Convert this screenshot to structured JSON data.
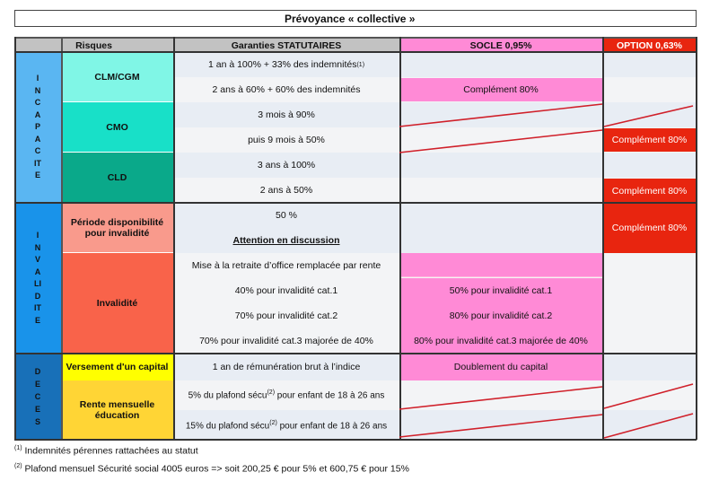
{
  "title": "Prévoyance « collective »",
  "headers": {
    "risques": "Risques",
    "garanties": "Garanties STATUTAIRES",
    "socle": "SOCLE 0,95%",
    "option": "OPTION 0,63%"
  },
  "sections": {
    "incapacite": "INCAPACITE",
    "invalidite": "INVALIDITE",
    "deces": "DECES"
  },
  "risks": {
    "clm": "CLM/CGM",
    "cmo": "CMO",
    "cld": "CLD",
    "periode": "Période disponibilité pour invalidité",
    "invalidite": "Invalidité",
    "versement": "Versement d'un capital",
    "rente": "Rente mensuelle éducation"
  },
  "garanties": {
    "g1": "1 an à 100% + 33% des indemnités",
    "g1_sup": "(1)",
    "g2": "2 ans à 60% + 60% des indemnités",
    "g3": "3 mois à 90%",
    "g4": "puis 9 mois à 50%",
    "g5": "3 ans à 100%",
    "g6": "2 ans à 50%",
    "g7": "50 %",
    "g8": "Attention en discussion",
    "g9": "Mise à la retraite d’office remplacée par rente",
    "g10": "40% pour invalidité cat.1",
    "g11": "70% pour invalidité cat.2",
    "g12": "70% pour invalidité cat.3 majorée de 40%",
    "g13": "1 an de rémunération brut à l’indice",
    "g14a": "5% du plafond sécu",
    "g14sup": "(2)",
    "g14b": " pour enfant de 18 à 26 ans",
    "g15a": "15% du plafond sécu",
    "g15sup": "(2)",
    "g15b": " pour enfant de 18 à 26 ans"
  },
  "socle": {
    "s2": "Complément 80%",
    "s10": "50% pour invalidité cat.1",
    "s11": "80% pour invalidité cat.2",
    "s12": "80% pour invalidité cat.3 majorée de 40%",
    "s13": "Doublement du capital"
  },
  "option": {
    "o4": "Complément 80%",
    "o6": "Complément 80%",
    "o7": "Complément 80%"
  },
  "footnotes": [
    {
      "mark": "(1)",
      "text": " Indemnités pérennes rattachées au statut"
    },
    {
      "mark": "(2)",
      "text": " Plafond mensuel Sécurité social 4005 euros => soit 200,25 € pour 5% et 600,75 € pour 15%"
    }
  ],
  "colors": {
    "pink": "#ff8ad6",
    "red": "#e8250f",
    "strike": "#d0202a"
  }
}
